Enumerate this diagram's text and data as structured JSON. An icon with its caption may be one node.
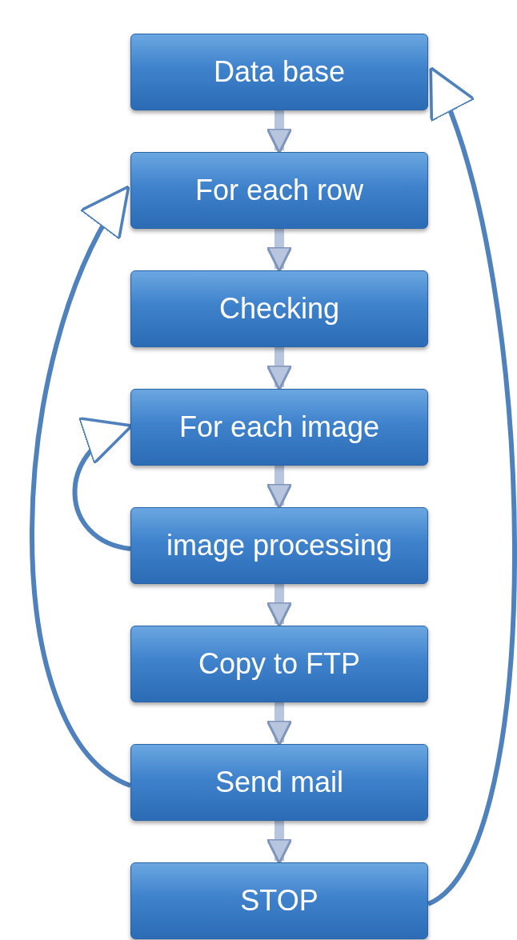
{
  "diagram": {
    "nodes": [
      {
        "text": [
          "Data base"
        ]
      },
      {
        "text": [
          "For each row"
        ]
      },
      {
        "text": [
          "Checking"
        ]
      },
      {
        "text": [
          "For each image"
        ]
      },
      {
        "text": [
          "image processing"
        ]
      },
      {
        "text": [
          "Copy to FTP"
        ]
      },
      {
        "text": [
          "Send mail"
        ]
      },
      {
        "text": [
          "STOP"
        ]
      }
    ],
    "edges": [
      {
        "from": 0,
        "to": 1,
        "arrow": "to"
      },
      {
        "from": 1,
        "to": 2,
        "arrow": "to"
      },
      {
        "from": 2,
        "to": 3,
        "arrow": "to"
      },
      {
        "from": 3,
        "to": 4,
        "arrow": "to"
      },
      {
        "from": 4,
        "to": 5,
        "arrow": "to"
      },
      {
        "from": 5,
        "to": 6,
        "arrow": "to"
      },
      {
        "from": 6,
        "to": 7,
        "arrow": "to"
      },
      {
        "from": 6,
        "to": 1,
        "arrow": "to",
        "color": "#4f81bd"
      },
      {
        "from": 4,
        "to": 3,
        "arrow": "to",
        "color": "#4f81bd"
      },
      {
        "from": 7,
        "to": 0,
        "arrow": "to",
        "color": "#4f81bd"
      }
    ]
  }
}
